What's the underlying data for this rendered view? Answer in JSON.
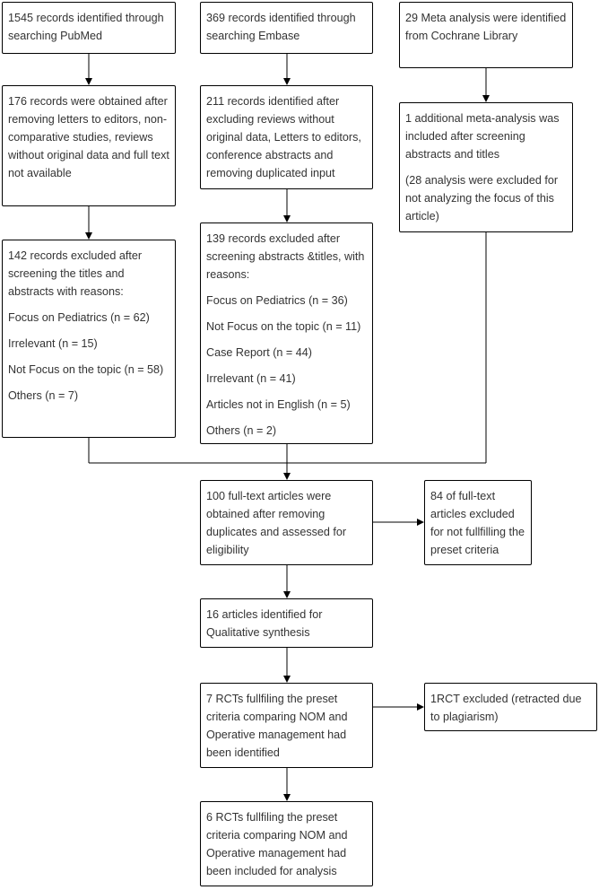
{
  "boxes": {
    "pubmed": [
      "1545 records identified through searching PubMed"
    ],
    "embase": [
      "369 records identified through searching Embase"
    ],
    "cochrane": [
      "29 Meta analysis were identified from Cochrane Library"
    ],
    "pubmed_obtained": [
      "176 records were obtained after removing letters to editors, non-comparative studies, reviews without original data and full text not available"
    ],
    "embase_identified": [
      "211 records identified after excluding reviews without original data, Letters to editors, conference abstracts and removing duplicated input"
    ],
    "cochrane_additional": [
      "1 additional meta-analysis was included after screening abstracts and titles",
      "(28 analysis were excluded for not analyzing the focus of this article)"
    ],
    "pubmed_excluded": [
      "142 records excluded after screening the titles and abstracts with reasons:",
      "Focus on Pediatrics (n = 62)",
      "Irrelevant (n = 15)",
      "Not Focus on the topic (n = 58)",
      "Others (n = 7)"
    ],
    "embase_excluded": [
      "139 records excluded after screening abstracts &titles, with reasons:",
      "Focus on Pediatrics (n = 36)",
      "Not Focus on the topic (n = 11)",
      "Case Report (n = 44)",
      "Irrelevant (n = 41)",
      "Articles not in English (n = 5)",
      "Others (n = 2)"
    ],
    "fulltext": [
      "100 full-text articles were obtained after removing duplicates and assessed for eligibility"
    ],
    "fulltext_excluded": [
      "84 of full-text articles excluded for not fullfilling the preset criteria"
    ],
    "qualitative": [
      "16 articles identified for Qualitative synthesis"
    ],
    "rcts_identified": [
      "7 RCTs fullfiling the preset criteria comparing NOM and Operative management had been identified"
    ],
    "rct_excluded": [
      "1RCT excluded (retracted due to plagiarism)"
    ],
    "rcts_included": [
      "6 RCTs fullfiling the preset criteria comparing NOM and Operative management had been included for analysis"
    ]
  }
}
